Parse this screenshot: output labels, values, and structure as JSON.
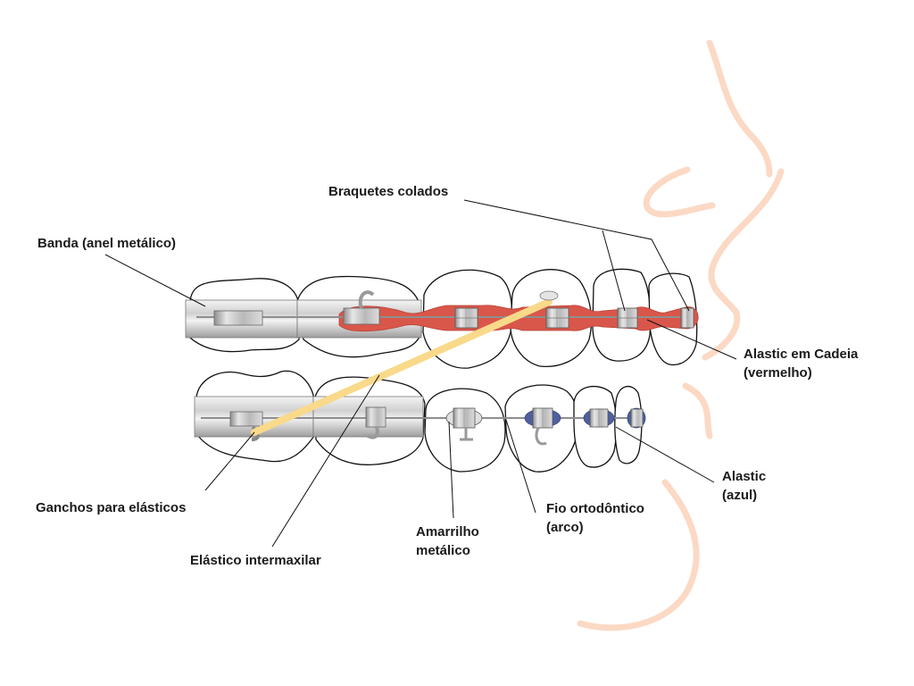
{
  "colors": {
    "profile": "#fbd9c4",
    "chain_red": "#d9574a",
    "elastic_blue": "#4f5f9e",
    "intermaxillary_elastic": "#f9d98a",
    "metal_light": "#eeeeee",
    "metal_dark": "#9c9c9c",
    "outline": "#111111"
  },
  "labels": {
    "braquetes": "Braquetes colados",
    "banda": "Banda (anel metálico)",
    "alastic_cadeia_l1": "Alastic em Cadeia",
    "alastic_cadeia_l2": "(vermelho)",
    "alastic_azul_l1": "Alastic",
    "alastic_azul_l2": "(azul)",
    "ganchos": "Ganchos para elásticos",
    "elastico": "Elástico intermaxilar",
    "amarrilho_l1": "Amarrilho",
    "amarrilho_l2": "metálico",
    "fio_l1": "Fio ortodôntico",
    "fio_l2": "(arco)"
  }
}
